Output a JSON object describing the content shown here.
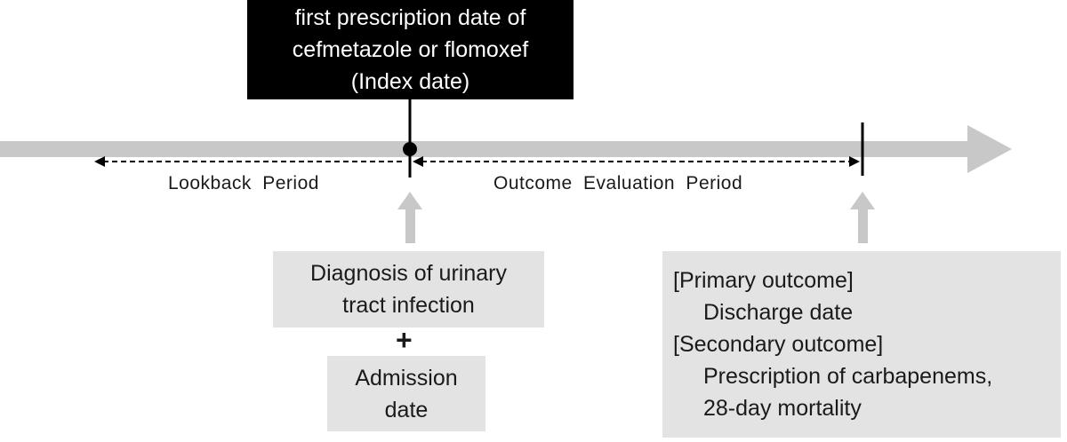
{
  "index_box": {
    "lines": [
      "first prescription date of",
      "cefmetazole or flomoxef",
      "(Index date)"
    ]
  },
  "periods": {
    "lookback": "Lookback Period",
    "outcome_evaluation": "Outcome Evaluation Period"
  },
  "diagnosis_box": {
    "lines": [
      "Diagnosis of urinary",
      "tract infection"
    ]
  },
  "plus": "+",
  "admission_box": {
    "lines": [
      "Admission",
      "date"
    ]
  },
  "outcome_box": {
    "primary_heading": "[Primary outcome]",
    "primary_items": [
      "Discharge date"
    ],
    "secondary_heading": "[Secondary outcome]",
    "secondary_items": [
      "Prescription of carbapenems,",
      "28-day mortality"
    ]
  },
  "colors": {
    "timeline": "#c8c8c8",
    "box_fill": "#e3e3e3",
    "index_fill": "#000000",
    "ink": "#1a1a1a"
  }
}
